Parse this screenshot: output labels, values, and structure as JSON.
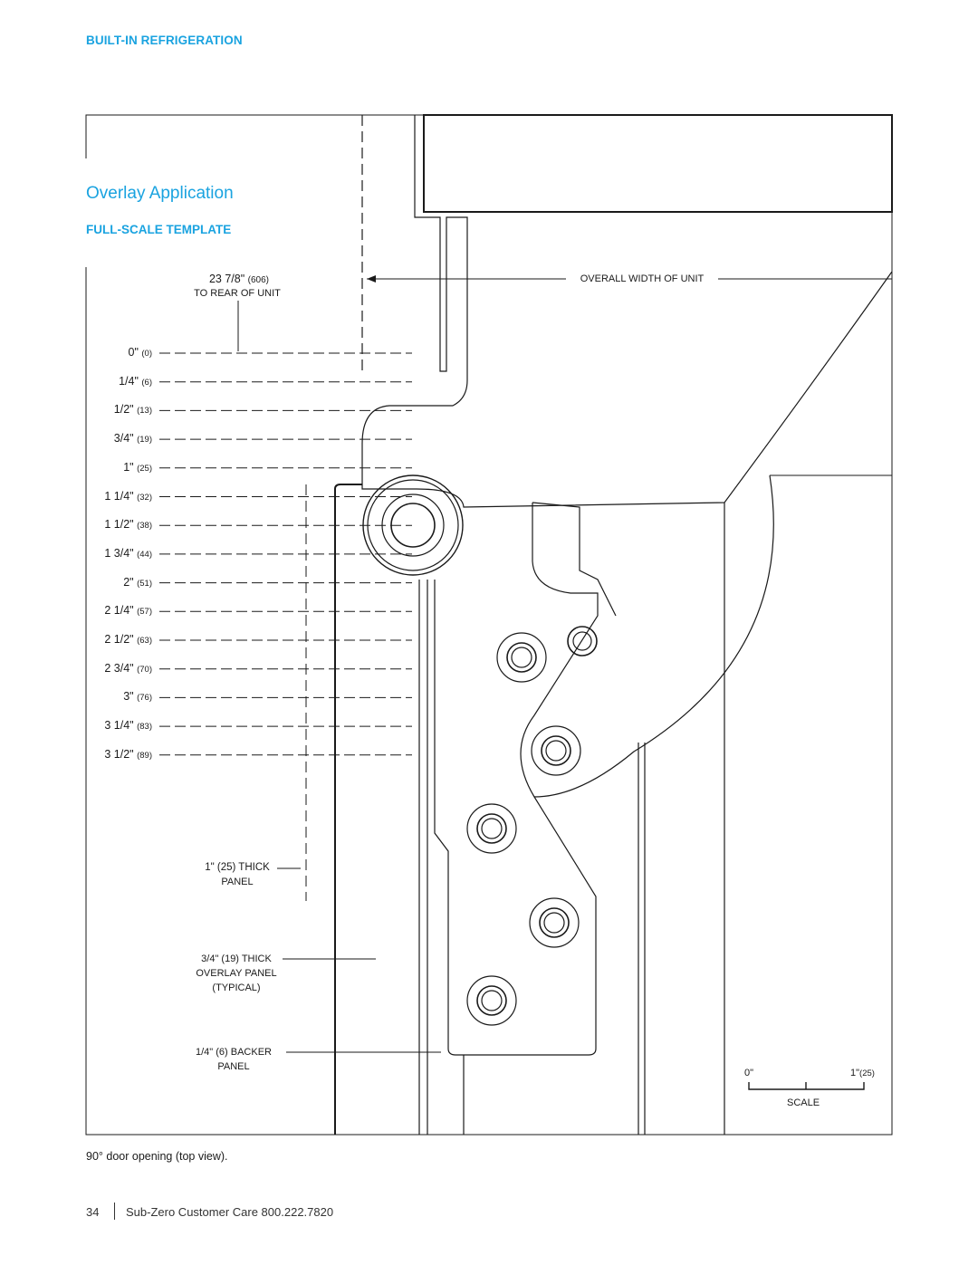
{
  "header": {
    "section": "BUILT-IN REFRIGERATION"
  },
  "title": "Overlay Application",
  "subtitle": "FULL-SCALE TEMPLATE",
  "rear_dim": {
    "fraction": "23 7/8\"",
    "mm": "(606)",
    "label": "TO REAR OF UNIT"
  },
  "overall_width_label": "OVERALL WIDTH OF UNIT",
  "dimension_marks": [
    {
      "label": "0\"",
      "mm": "(0)"
    },
    {
      "label": "1/4\"",
      "mm": "(6)"
    },
    {
      "label": "1/2\"",
      "mm": "(13)"
    },
    {
      "label": "3/4\"",
      "mm": "(19)"
    },
    {
      "label": "1\"",
      "mm": "(25)"
    },
    {
      "label": "1 1/4\"",
      "mm": "(32)"
    },
    {
      "label": "1 1/2\"",
      "mm": "(38)"
    },
    {
      "label": "1 3/4\"",
      "mm": "(44)"
    },
    {
      "label": "2\"",
      "mm": "(51)"
    },
    {
      "label": "2 1/4\"",
      "mm": "(57)"
    },
    {
      "label": "2 1/2\"",
      "mm": "(63)"
    },
    {
      "label": "2 3/4\"",
      "mm": "(70)"
    },
    {
      "label": "3\"",
      "mm": "(76)"
    },
    {
      "label": "3 1/4\"",
      "mm": "(83)"
    },
    {
      "label": "3 1/2\"",
      "mm": "(89)"
    }
  ],
  "callouts": {
    "thick_panel": {
      "line1": "1\" (25) THICK",
      "line2": "PANEL"
    },
    "overlay_panel": {
      "line1": "3/4\" (19) THICK",
      "line2": "OVERLAY PANEL",
      "line3": "(TYPICAL)"
    },
    "backer_panel": {
      "line1": "1/4\" (6) BACKER",
      "line2": "PANEL"
    }
  },
  "scale": {
    "start": "0\"",
    "end": "1\"",
    "end_mm": "(25)",
    "label": "SCALE"
  },
  "caption": "90° door opening (top view).",
  "footer": {
    "page": "34",
    "text": "Sub-Zero Customer Care 800.222.7820"
  },
  "colors": {
    "accent": "#1aa3e0",
    "line": "#1a1a1a"
  }
}
